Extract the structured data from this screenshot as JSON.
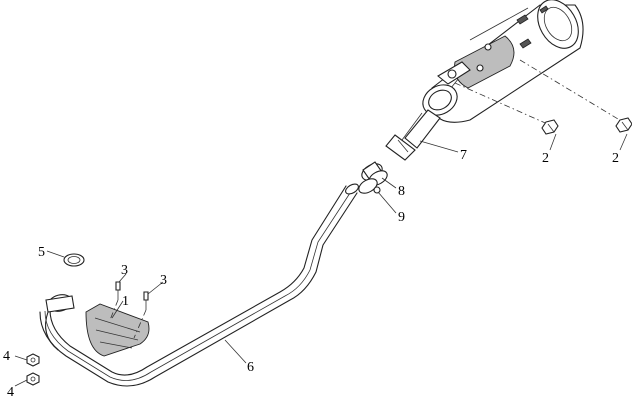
{
  "diagram": {
    "callouts": [
      {
        "id": "c1",
        "label": "1"
      },
      {
        "id": "c2a",
        "label": "2"
      },
      {
        "id": "c2b",
        "label": "2"
      },
      {
        "id": "c3a",
        "label": "3"
      },
      {
        "id": "c3b",
        "label": "3"
      },
      {
        "id": "c4a",
        "label": "4"
      },
      {
        "id": "c4b",
        "label": "4"
      },
      {
        "id": "c5",
        "label": "5"
      },
      {
        "id": "c6",
        "label": "6"
      },
      {
        "id": "c7",
        "label": "7"
      },
      {
        "id": "c8",
        "label": "8"
      },
      {
        "id": "c9",
        "label": "9"
      }
    ]
  }
}
